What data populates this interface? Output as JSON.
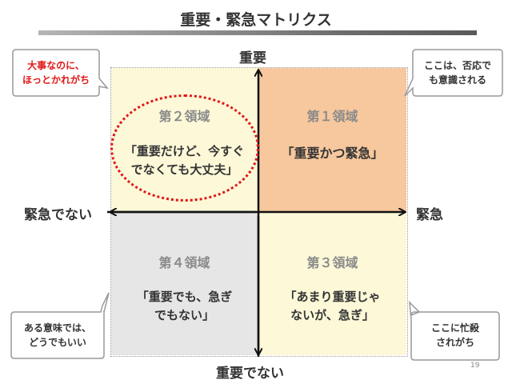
{
  "title": "重要・緊急マトリクス",
  "axes": {
    "top": "重要",
    "bottom": "重要でない",
    "left": "緊急でない",
    "right": "緊急"
  },
  "quadrants": {
    "q1": {
      "label": "第１領域",
      "text": "「重要かつ緊急」",
      "color": "#f7c79d"
    },
    "q2": {
      "label": "第２領域",
      "line1": "「重要だけど、今すぐ",
      "line2": "でなくても大丈夫」",
      "color": "#fcf8d8"
    },
    "q3": {
      "label": "第３領域",
      "line1": "「あまり重要じゃ",
      "line2": "ないが、急ぎ」",
      "color": "#fcf8d8"
    },
    "q4": {
      "label": "第４領域",
      "line1": "「重要でも、急ぎ",
      "line2": "でもない」",
      "color": "#e6e6e6"
    }
  },
  "callouts": {
    "top_left": {
      "line1": "大事なのに、",
      "line2": "ほっとかれがち",
      "color": "#e01818"
    },
    "top_right": {
      "line1": "ここは、否応で",
      "line2": "も意識される",
      "color": "#333333"
    },
    "bottom_left": {
      "line1": "ある意味では、",
      "line2": "どうでもいい",
      "color": "#333333"
    },
    "bottom_right": {
      "line1": "ここに忙殺",
      "line2": "されがち",
      "color": "#333333"
    }
  },
  "page_number": "19"
}
